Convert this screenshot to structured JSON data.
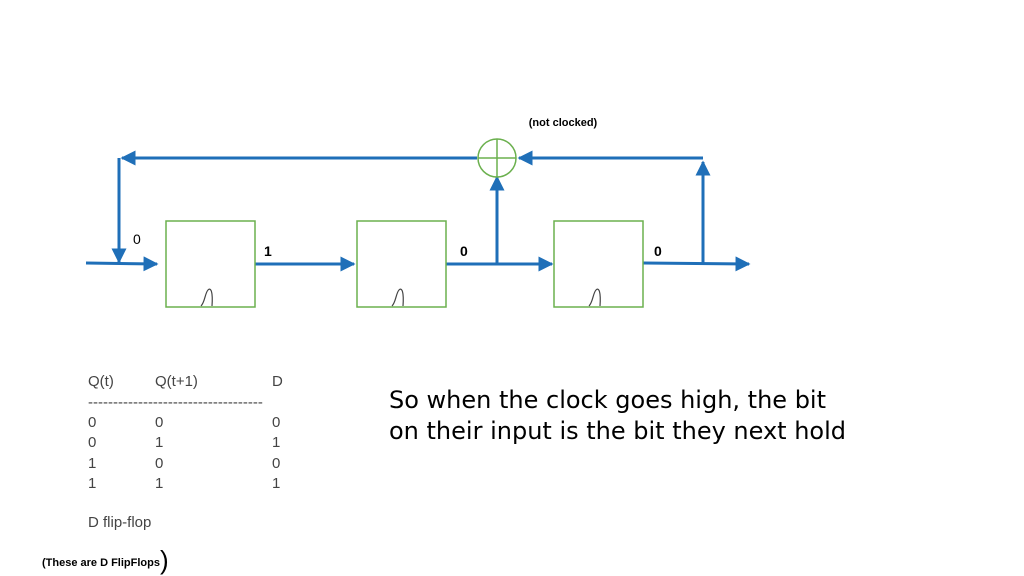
{
  "diagram": {
    "xor_note": "(not clocked)",
    "feedback_bit": "0",
    "register_bits": [
      "1",
      "0",
      "0"
    ],
    "colors": {
      "wire": "#1F6FB8",
      "flipflop_border": "#6BB04E",
      "xor_gate": "#6BB04E"
    },
    "icons": [
      "xor-gate-icon",
      "clock-edge-icon"
    ]
  },
  "truth_table": {
    "headers": [
      "Q(t)",
      "Q(t+1)",
      "D"
    ],
    "separator": "-----------------------------------",
    "rows": [
      [
        "0",
        "0",
        "0"
      ],
      [
        "0",
        "1",
        "1"
      ],
      [
        "1",
        "0",
        "0"
      ],
      [
        "1",
        "1",
        "1"
      ]
    ],
    "caption": "D flip-flop"
  },
  "footnote": {
    "text": "(These are D FlipFlops",
    "closing": ")"
  },
  "explanation": "So when the clock goes high, the bit on their input is the bit they next hold"
}
